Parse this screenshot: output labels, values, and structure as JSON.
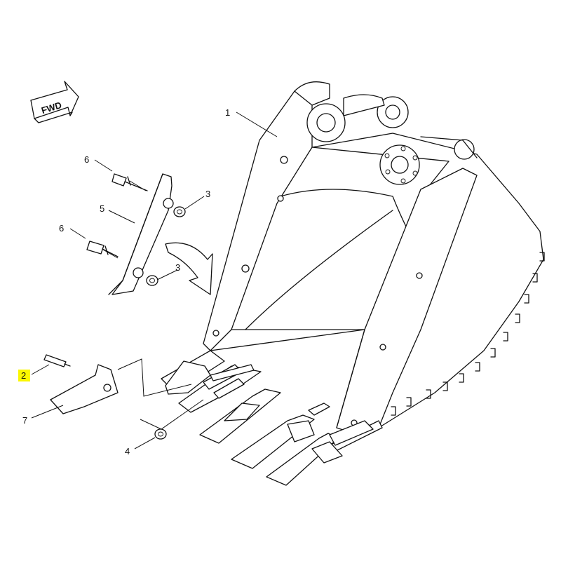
{
  "diagram": {
    "direction_label": "FWD",
    "highlight_color": "#fbf700",
    "callouts": {
      "bucket": "1",
      "pin_tip": "2",
      "washer_side": "3",
      "washer_side_lower": "3",
      "retainer_tip": "4",
      "side_cutter": "5",
      "bolt_upper": "6",
      "bolt_lower": "6",
      "tip": "7"
    }
  }
}
